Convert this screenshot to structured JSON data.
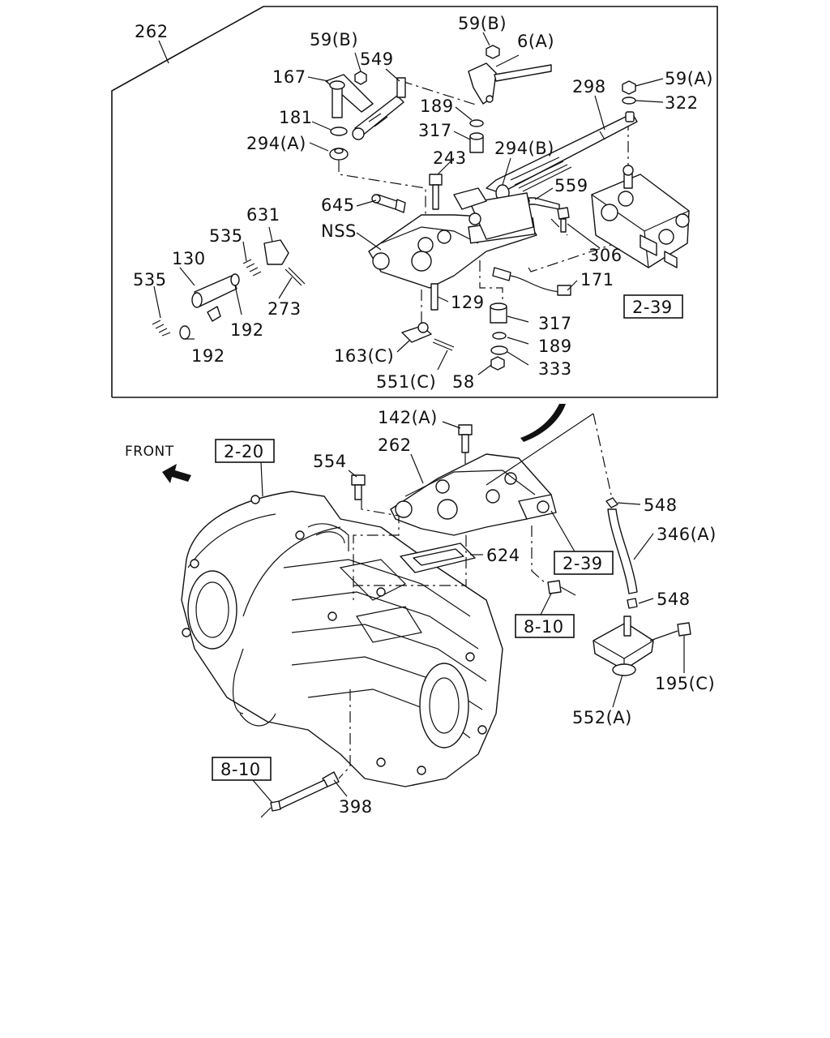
{
  "callouts": {
    "c262_top": "262",
    "c59b_left": "59(B)",
    "c59b_right": "59(B)",
    "c6a": "6(A)",
    "c549": "549",
    "c167": "167",
    "c181": "181",
    "c294a": "294(A)",
    "c189_top": "189",
    "c317_top": "317",
    "c243": "243",
    "c294b": "294(B)",
    "c298": "298",
    "c59a": "59(A)",
    "c322": "322",
    "c559": "559",
    "c645": "645",
    "c631": "631",
    "cNSS": "NSS",
    "c535_a": "535",
    "c535_b": "535",
    "c130": "130",
    "c273": "273",
    "c192_a": "192",
    "c192_b": "192",
    "c129": "129",
    "c306": "306",
    "c171": "171",
    "c317_bot": "317",
    "c189_bot": "189",
    "c333": "333",
    "c58": "58",
    "c163c": "163(C)",
    "c551c": "551(C)",
    "c142a": "142(A)",
    "c262_mid": "262",
    "c554": "554",
    "c548_a": "548",
    "c346a": "346(A)",
    "c624": "624",
    "c548_b": "548",
    "c195c": "195(C)",
    "c552a": "552(A)",
    "c398": "398",
    "front": "FRONT"
  },
  "refs": {
    "r2_39_top": "2-39",
    "r2_20": "2-20",
    "r2_39_mid": "2-39",
    "r8_10_right": "8-10",
    "r8_10_left": "8-10"
  }
}
